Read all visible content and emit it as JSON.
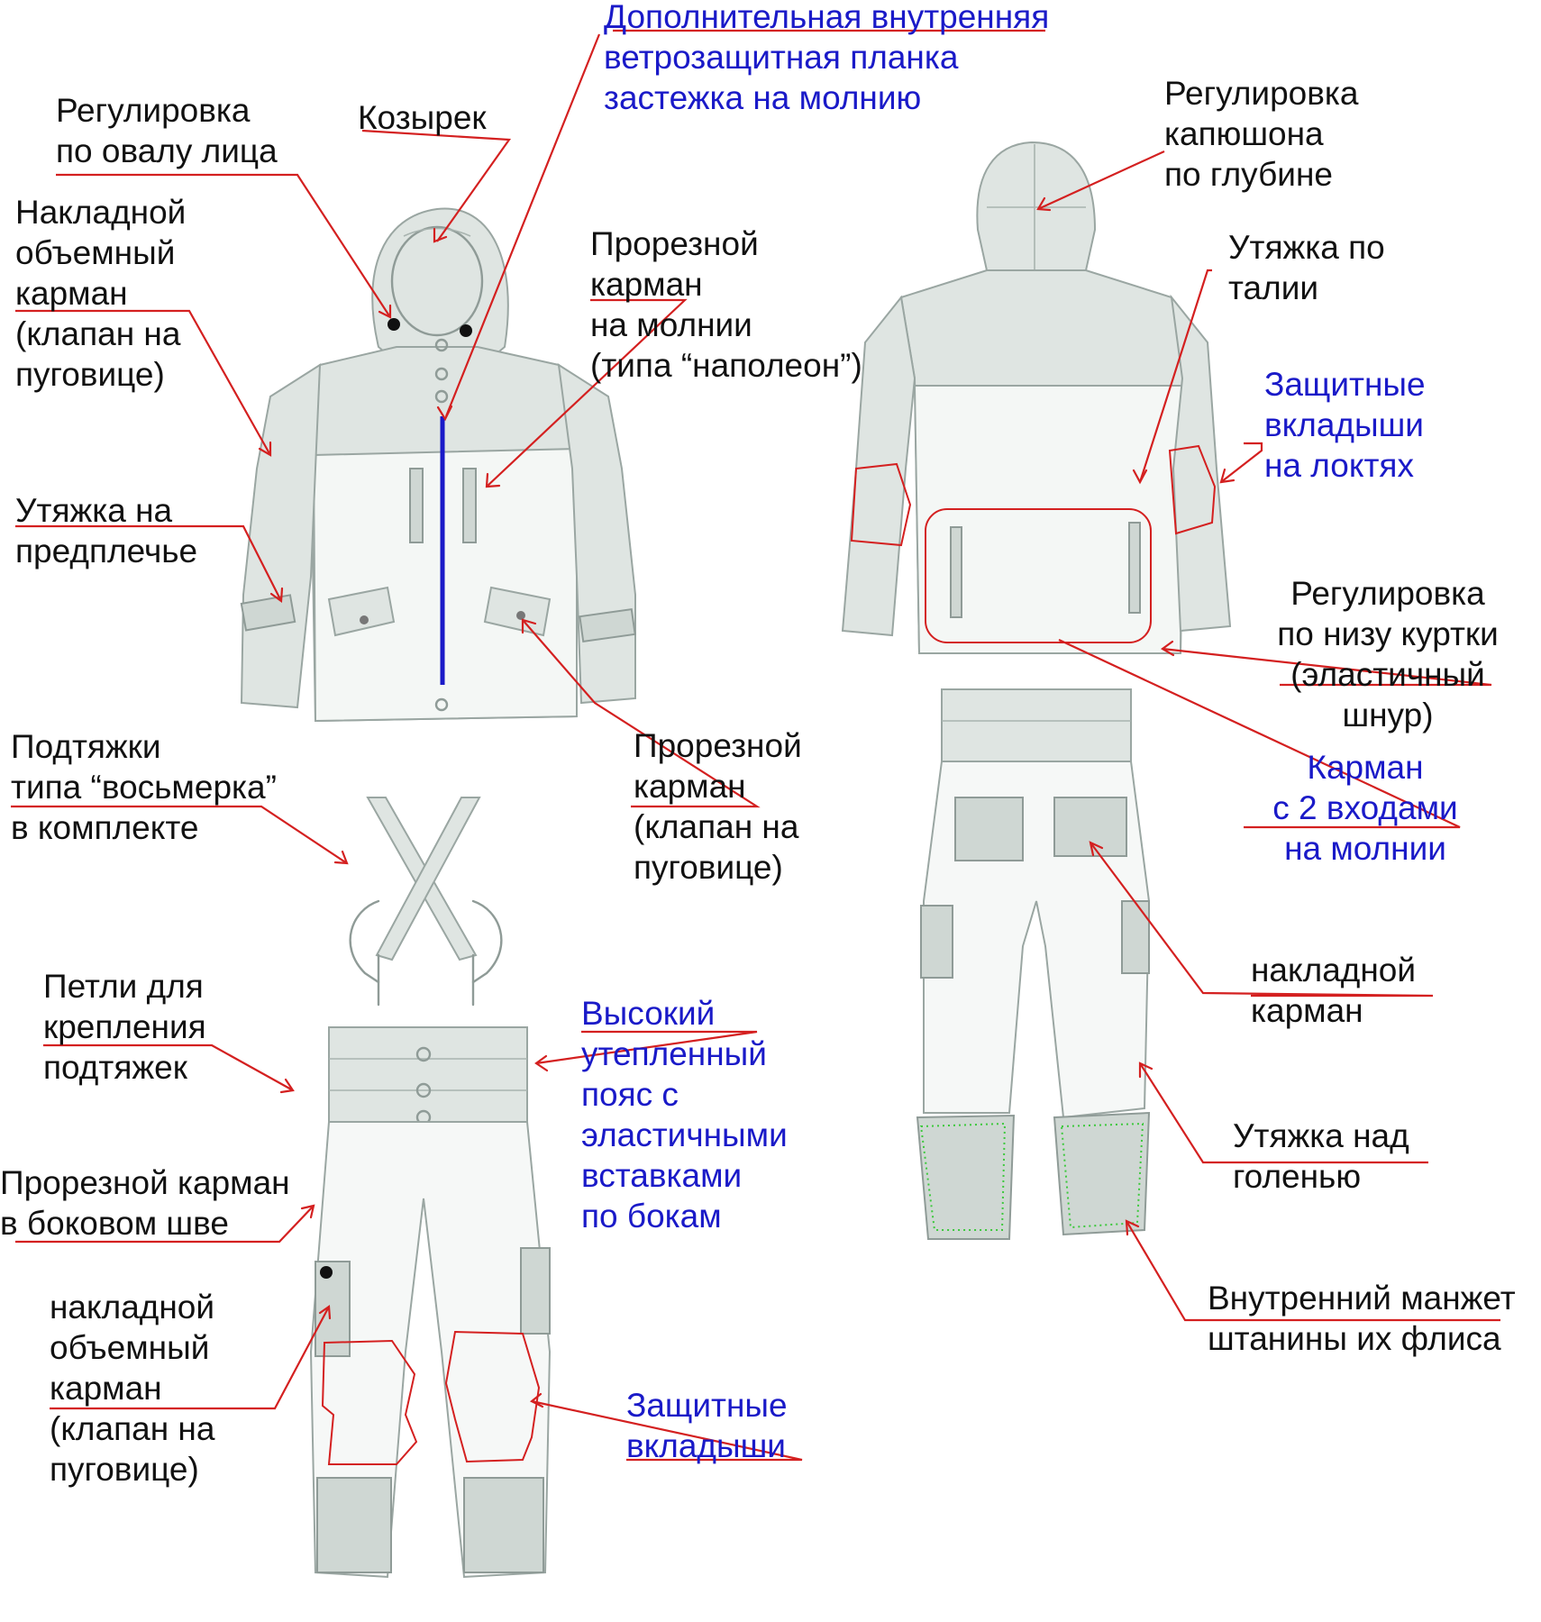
{
  "colors": {
    "label_text": "#111111",
    "label_text_highlight": "#1a1ac8",
    "leader_lines": "#d42020",
    "zipper_line": "#1a1ac8",
    "pencil_sketch": "#8f9b97",
    "dotted_cuff": "#3cc83c"
  },
  "callouts": {
    "inner_windproof_flap": "Дополнительная внутренняя\nветрозащитная планка\nзастежка на молнию",
    "face_adjustment": "Регулировка\nпо овалу лица",
    "visor": "Козырек",
    "chest_patch_pocket": "Накладной\nобъемный\nкарман\n(клапан на\nпуговице)",
    "napoleon_pocket": "Прорезной\nкарман\nна молнии\n(типа “наполеон”)",
    "forearm_strap": "Утяжка на\nпредплечье",
    "jacket_slit_pocket": "Прорезной\nкарман\n(клапан на\nпуговице)",
    "suspenders": "Подтяжки\nтипа “восьмерка”\nв комплекте",
    "suspender_loops": "Петли для\nкрепления\nподтяжек",
    "high_waist_belt": "Высокий\nутепленный\nпояс с\nэластичными\nвставками\nпо бокам",
    "side_seam_pocket": "Прорезной карман\nв боковом шве",
    "trouser_patch_pocket": "накладной\nобъемный\nкарман\n(клапан на\nпуговице)",
    "knee_pads": "Защитные\nвкладыши",
    "hood_depth_adjustment": "Регулировка\nкапюшона\nпо глубине",
    "waist_strap": "Утяжка по\nталии",
    "elbow_pads": "Защитные\nвкладыши\nна локтях",
    "hem_adjustment": "Регулировка\nпо низу куртки\n(эластичный\nшнур)",
    "two_entry_pocket": "Карман\nс 2 входами\nна молнии",
    "back_patch_pocket": "накладной\nкарман",
    "shin_strap": "Утяжка над\nголенью",
    "fleece_cuff": "Внутренний манжет\nштанины их флиса"
  }
}
